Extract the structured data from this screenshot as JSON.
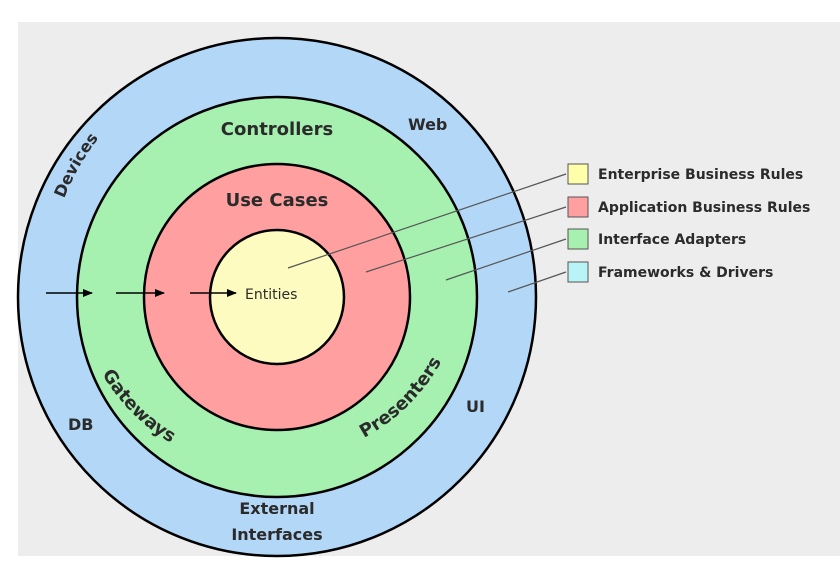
{
  "layers": {
    "outer": {
      "color": "#b3d7f7",
      "labels": {
        "devices": "Devices",
        "web": "Web",
        "db": "DB",
        "ui": "UI",
        "external_line1": "External",
        "external_line2": "Interfaces"
      }
    },
    "adapters": {
      "color": "#a6f0b0",
      "labels": {
        "controllers": "Controllers",
        "gateways": "Gateways",
        "presenters": "Presenters"
      }
    },
    "usecases": {
      "color": "#ff9f9f",
      "labels": {
        "use_cases": "Use Cases"
      }
    },
    "entities": {
      "color": "#fdfbbf",
      "labels": {
        "entities": "Entities"
      }
    }
  },
  "legend": [
    {
      "label": "Enterprise Business Rules",
      "color": "#ffffaa"
    },
    {
      "label": "Application Business Rules",
      "color": "#ff9f9f"
    },
    {
      "label": "Interface Adapters",
      "color": "#a6f0b0"
    },
    {
      "label": "Frameworks & Drivers",
      "color": "#b8f3f7"
    }
  ],
  "colors": {
    "background": "#ededed",
    "stroke": "#000000",
    "leader_line": "#555555"
  }
}
